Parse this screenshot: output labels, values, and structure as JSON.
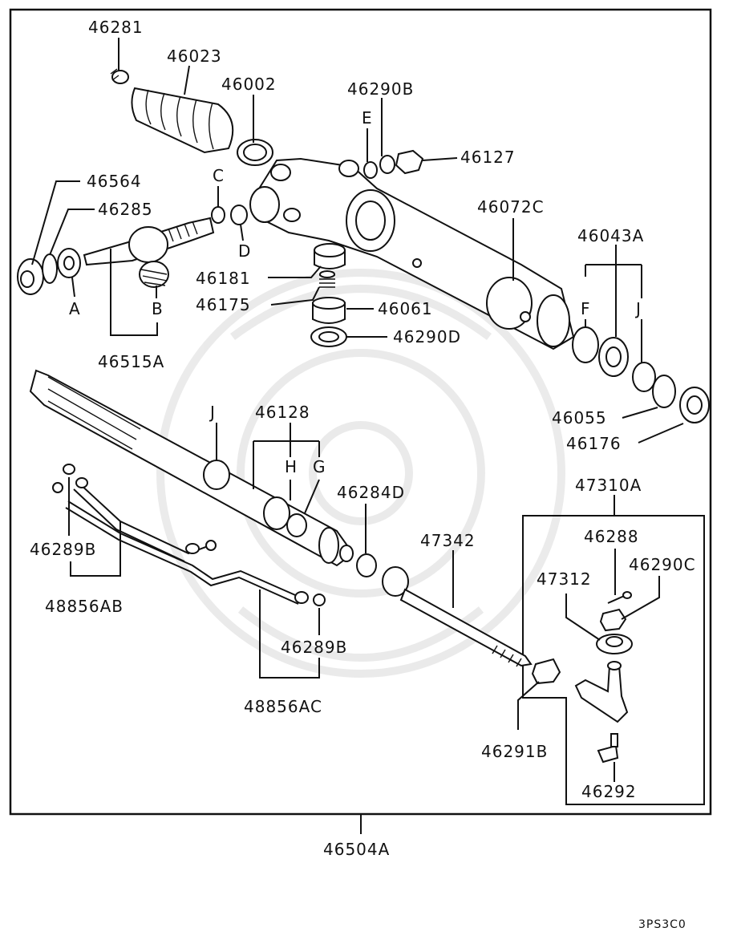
{
  "diagram_code": "3PS3C0",
  "callouts": {
    "c46281": "46281",
    "c46023": "46023",
    "c46002": "46002",
    "c46290B": "46290B",
    "cE": "E",
    "c46127": "46127",
    "c46564": "46564",
    "c46285": "46285",
    "cC": "C",
    "cD": "D",
    "cA": "A",
    "cB": "B",
    "c46515A": "46515A",
    "c46181": "46181",
    "c46175": "46175",
    "c46061": "46061",
    "c46290D": "46290D",
    "c46072C": "46072C",
    "c46043A": "46043A",
    "cF": "F",
    "cJ1": "J",
    "c46055": "46055",
    "c46176": "46176",
    "cJ2": "J",
    "c46128": "46128",
    "cH": "H",
    "cG": "G",
    "c46284D": "46284D",
    "c47342": "47342",
    "c47310A": "47310A",
    "c46288": "46288",
    "c46290C": "46290C",
    "c47312": "47312",
    "c46289B_1": "46289B",
    "c48856AB": "48856AB",
    "c46289B_2": "46289B",
    "c48856AC": "48856AC",
    "c46291B": "46291B",
    "c46292": "46292",
    "c46504A": "46504A"
  }
}
